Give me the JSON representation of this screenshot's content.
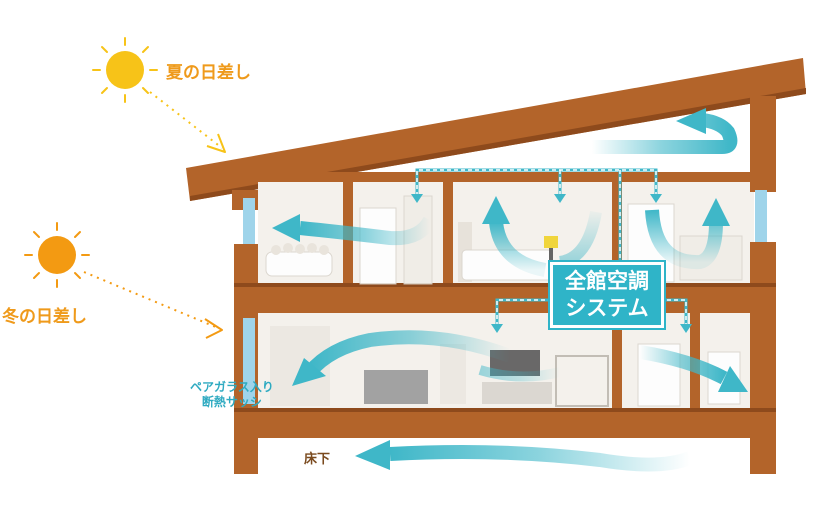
{
  "labels": {
    "summer_sun": "夏の日差し",
    "winter_sun": "冬の日差し",
    "system_line1": "全館空調",
    "system_line2": "システム",
    "sash_line1": "ペアガラス入り",
    "sash_line2": "断熱サッシ",
    "underfloor": "床下"
  },
  "colors": {
    "wood": "#b3642a",
    "wood_dark": "#8e4a1c",
    "sun_summer": "#f7c318",
    "sun_winter": "#f39a12",
    "air": "#3fb7c8",
    "label_orange": "#ef9a1b",
    "room_bg": "#f4f1ec",
    "window_glass": "#9fd4ea"
  }
}
